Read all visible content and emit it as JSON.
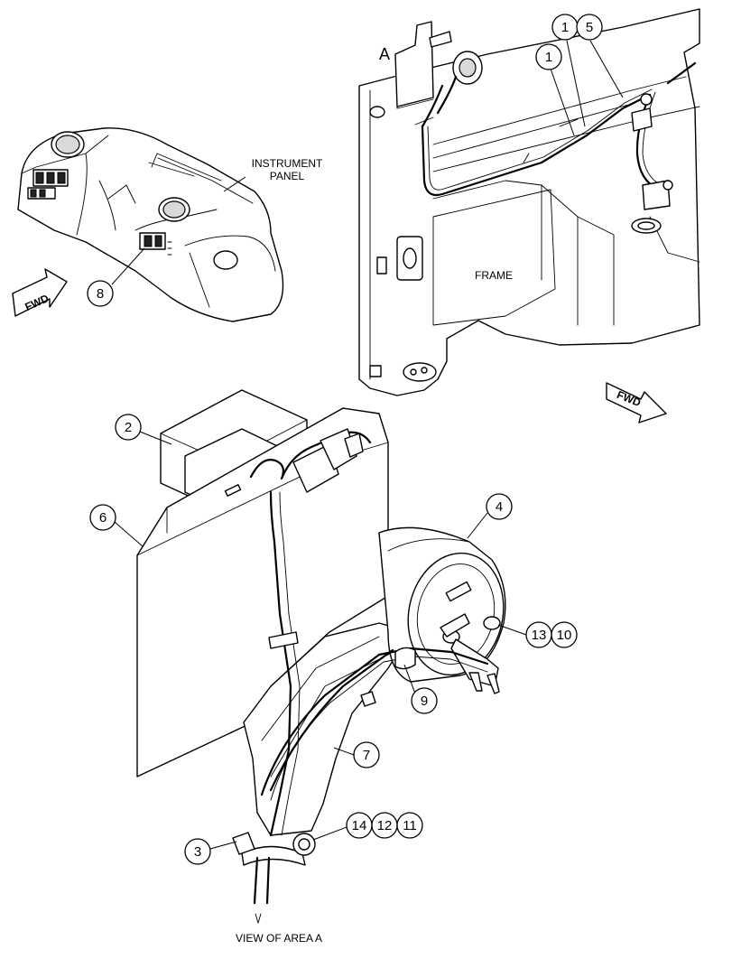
{
  "labels": {
    "area_letter": "A",
    "instrument_panel_line1": "INSTRUMENT",
    "instrument_panel_line2": "PANEL",
    "frame": "FRAME",
    "fwd_left": "FWD",
    "fwd_right": "FWD",
    "view_caption": "VIEW OF AREA A"
  },
  "callouts": {
    "c1a": "1",
    "c5": "5",
    "c1b": "1",
    "c8": "8",
    "c2": "2",
    "c6": "6",
    "c4": "4",
    "c13": "13",
    "c10": "10",
    "c9": "9",
    "c7": "7",
    "c14": "14",
    "c12": "12",
    "c11": "11",
    "c3": "3"
  }
}
